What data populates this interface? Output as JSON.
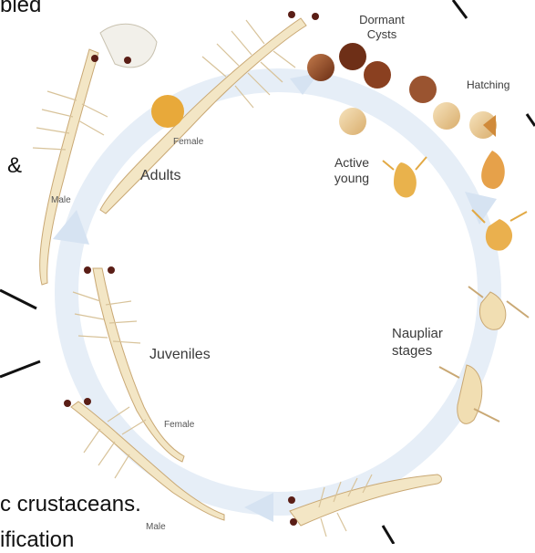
{
  "diagram": {
    "stage_labels": {
      "dormant_cysts": "Dormant\nCysts",
      "hatching": "Hatching",
      "active_young": "Active\nyoung",
      "adults": "Adults",
      "naupliar_stages": "Naupliar\nstages",
      "juveniles": "Juveniles"
    },
    "sex_labels": {
      "female_adult": "Female",
      "male_adult": "Male",
      "female_juvenile": "Female",
      "male_juvenile": "Male"
    }
  },
  "background_text": {
    "top_left_fragment": "bled",
    "left_fragment": "&",
    "bottom_fragment": "c crustaceans.",
    "bottom_cut_fragment": "ification"
  },
  "colors": {
    "ring": "#e3edf7",
    "arrow": "#dbe7f4",
    "cyst_dark": "#7a3b1e",
    "cyst_mid": "#a8582c",
    "cyst_light": "#e5c38e",
    "body": "#f3e6c5",
    "body_edge": "#c9a874",
    "eye": "#5a1e16",
    "egg_sac": "#e8a93a"
  }
}
